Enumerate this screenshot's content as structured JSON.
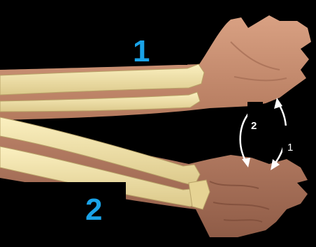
{
  "labels": {
    "upper_arm_number": "1",
    "lower_arm_number": "2",
    "rotation_arrow_inner": "2",
    "rotation_arrow_outer": "1"
  },
  "colors": {
    "background": "#000000",
    "label_blue": "#1aa3e8",
    "bone": "#f1e3a4",
    "bone_shade": "#cdb978",
    "skin": "#c98f6f",
    "skin_shade": "#9f6a52",
    "arrow": "#ffffff"
  },
  "icons": {
    "rotation_arrow": "curved-double-arrow-icon"
  }
}
